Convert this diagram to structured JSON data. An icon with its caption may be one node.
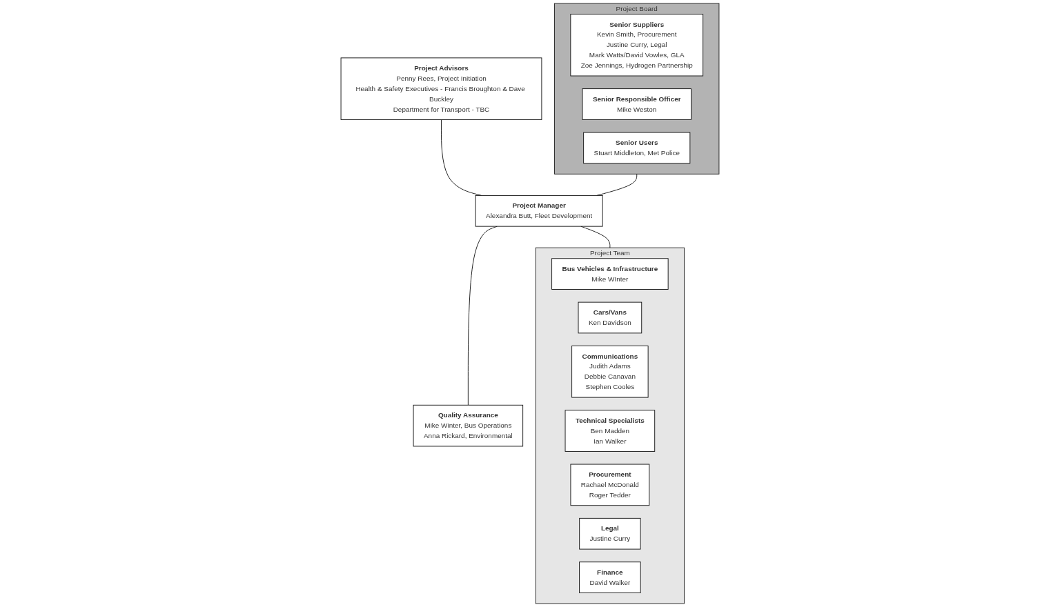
{
  "diagram": {
    "nodes": [
      {
        "text": [
          "Project Board"
        ]
      },
      {
        "text": [
          "Senior Suppliers",
          "Kevin Smith, Procurement",
          "Justine Curry, Legal",
          "Mark Watts/David Vowles, GLA",
          "Zoe Jennings, Hydrogen Partnership"
        ],
        "in": 0
      },
      {
        "text": [
          "Senior Responsible Officer",
          "Mike Weston"
        ],
        "in": 0
      },
      {
        "text": [
          "Senior Users",
          "Stuart Middleton, Met Police"
        ],
        "in": 0
      },
      {
        "text": [
          "Project Advisors",
          "Penny Rees, Project Initiation",
          "Health & Safety Executives - Francis Broughton & Dave Buckley",
          "Department for Transport - TBC"
        ]
      },
      {
        "text": [
          "Project Manager",
          "Alexandra Butt, Fleet Development"
        ]
      },
      {
        "text": [
          "Quality Assurance",
          "Mike Winter, Bus Operations",
          "Anna Rickard, Environmental"
        ]
      },
      {
        "text": [
          "Project Team"
        ]
      },
      {
        "text": [
          "Bus Vehicles & Infrastructure",
          "Mike WInter"
        ],
        "in": 7
      },
      {
        "text": [
          "Cars/Vans",
          "Ken Davidson"
        ],
        "in": 7
      },
      {
        "text": [
          "Communications",
          "Judith Adams",
          "Debbie Canavan",
          "Stephen Cooles"
        ],
        "in": 7
      },
      {
        "text": [
          "Technical Specialists",
          "Ben Madden",
          "Ian Walker"
        ],
        "in": 7
      },
      {
        "text": [
          "Procurement",
          "Rachael McDonald",
          "Roger Tedder"
        ],
        "in": 7
      },
      {
        "text": [
          "Legal",
          "Justine Curry"
        ],
        "in": 7
      },
      {
        "text": [
          "Finance",
          "David Walker"
        ],
        "in": 7
      }
    ],
    "edges": [
      {
        "from": 0,
        "to": 5,
        "arrow": "none"
      },
      {
        "from": 4,
        "to": 5,
        "arrow": "none"
      },
      {
        "from": 5,
        "to": 6,
        "arrow": "none"
      },
      {
        "from": 5,
        "to": 7,
        "arrow": "none"
      }
    ]
  }
}
